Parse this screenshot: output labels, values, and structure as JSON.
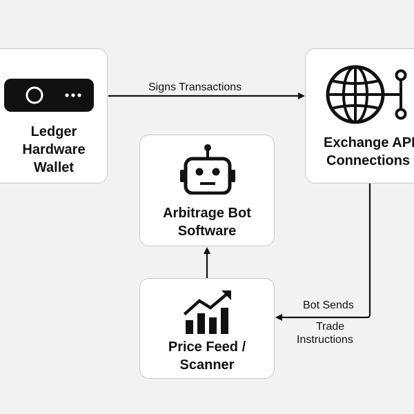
{
  "nodes": {
    "ledger": {
      "line1": "Ledger",
      "line2": "Hardware",
      "line3": "Wallet",
      "icon": "hardware-wallet-icon"
    },
    "exchange": {
      "line1": "Exchange APIs",
      "line2": "Connections",
      "icon": "globe-network-icon"
    },
    "bot": {
      "line1": "Arbitrage Bot",
      "line2": "Software",
      "icon": "robot-icon"
    },
    "price": {
      "line1": "Price Feed /",
      "line2": "Scanner",
      "icon": "chart-trend-icon"
    }
  },
  "edges": {
    "ledger_to_exchange": "Signs Transactions",
    "exchange_to_price_line1": "Bot Sends",
    "exchange_to_price_line2": "Trade",
    "exchange_to_price_line3": "Instructions"
  },
  "colors": {
    "background": "#f2f2f2",
    "node_fill": "#ffffff",
    "node_border": "#c8c8c8",
    "ink": "#111111"
  }
}
